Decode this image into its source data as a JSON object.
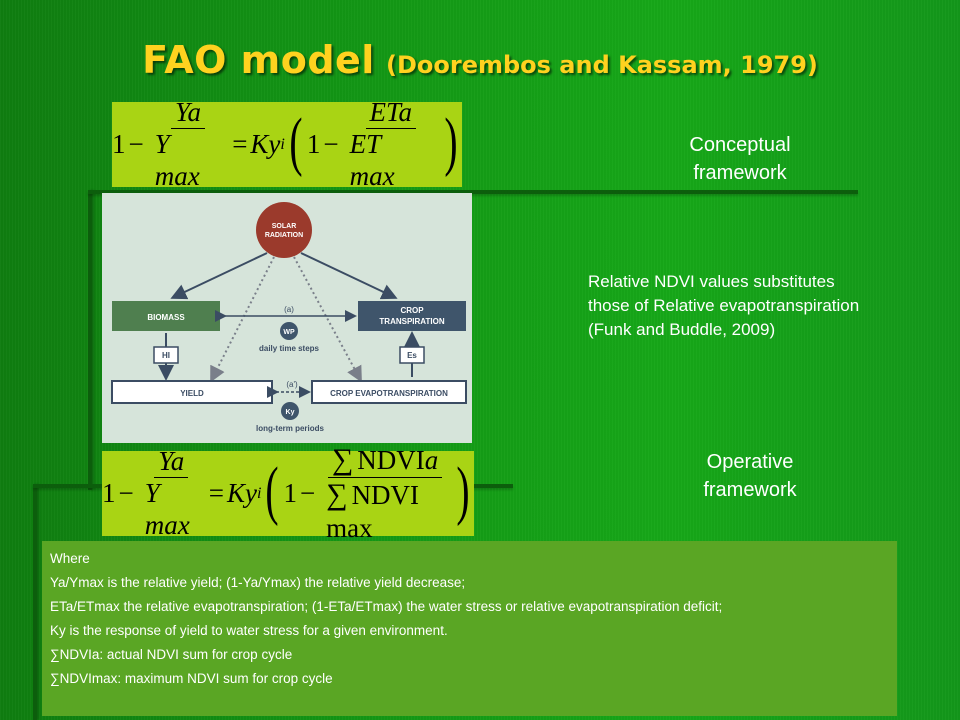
{
  "title": {
    "main": "FAO model",
    "sub": "(Doorembos and Kassam, 1979)"
  },
  "formula_conceptual": {
    "one": "1",
    "minus": "−",
    "frac1_num": "Ya",
    "frac1_den": "Y max",
    "eq": "=",
    "ky": "Ky",
    "ky_sub": "i",
    "frac2_num": "ETa",
    "frac2_den": "ET max"
  },
  "formula_operative": {
    "one": "1",
    "minus": "−",
    "frac1_num": "Ya",
    "frac1_den": "Y max",
    "eq": "=",
    "ky": "Ky",
    "ky_sub": "i",
    "sum": "∑",
    "frac2_num": "NDVIa",
    "frac2_num_var": "a",
    "frac2_num_text": "NDVI",
    "frac2_den": "NDVI max"
  },
  "diagram": {
    "solar_radiation": [
      "SOLAR",
      "RADIATION"
    ],
    "biomass": "BIOMASS",
    "crop_transpiration": [
      "CROP",
      "TRANSPIRATION"
    ],
    "yield": "YIELD",
    "crop_evapotranspiration": "CROP EVAPOTRANSPIRATION",
    "label_a": "(a)",
    "label_a_prime": "(a')",
    "wp": "WP",
    "ky": "Ky",
    "hi": "HI",
    "es": "Es",
    "daily_time_steps": "daily time steps",
    "long_term_periods": "long-term periods",
    "colors": {
      "solar": "#9b3a2c",
      "biomass": "#4f7f4f",
      "transpiration": "#3f556b",
      "arrow": "#3b4c63",
      "dotted": "#7a7f8a"
    }
  },
  "captions": {
    "conceptual": [
      "Conceptual",
      "framework"
    ],
    "operative": [
      "Operative",
      "framework"
    ]
  },
  "note": [
    "Relative NDVI values substitutes",
    "those of Relative evapotranspiration",
    "(Funk and Buddle, 2009)"
  ],
  "where_box": [
    "Where",
    "Ya/Ymax is the relative yield; (1-Ya/Ymax) the relative yield decrease;",
    "ETa/ETmax the relative evapotranspiration; (1-ETa/ETmax) the water stress or relative evapotranspiration deficit;",
    "Ky is the response of yield to water stress for a given environment.",
    "∑NDVIa: actual NDVI sum  for crop cycle",
    "∑NDVImax: maximum NDVI sum  for crop cycle"
  ],
  "colors": {
    "title": "#ffd21f",
    "formula_box": "#a9d414",
    "where_box": "#5aa624",
    "background": "#13971a"
  }
}
